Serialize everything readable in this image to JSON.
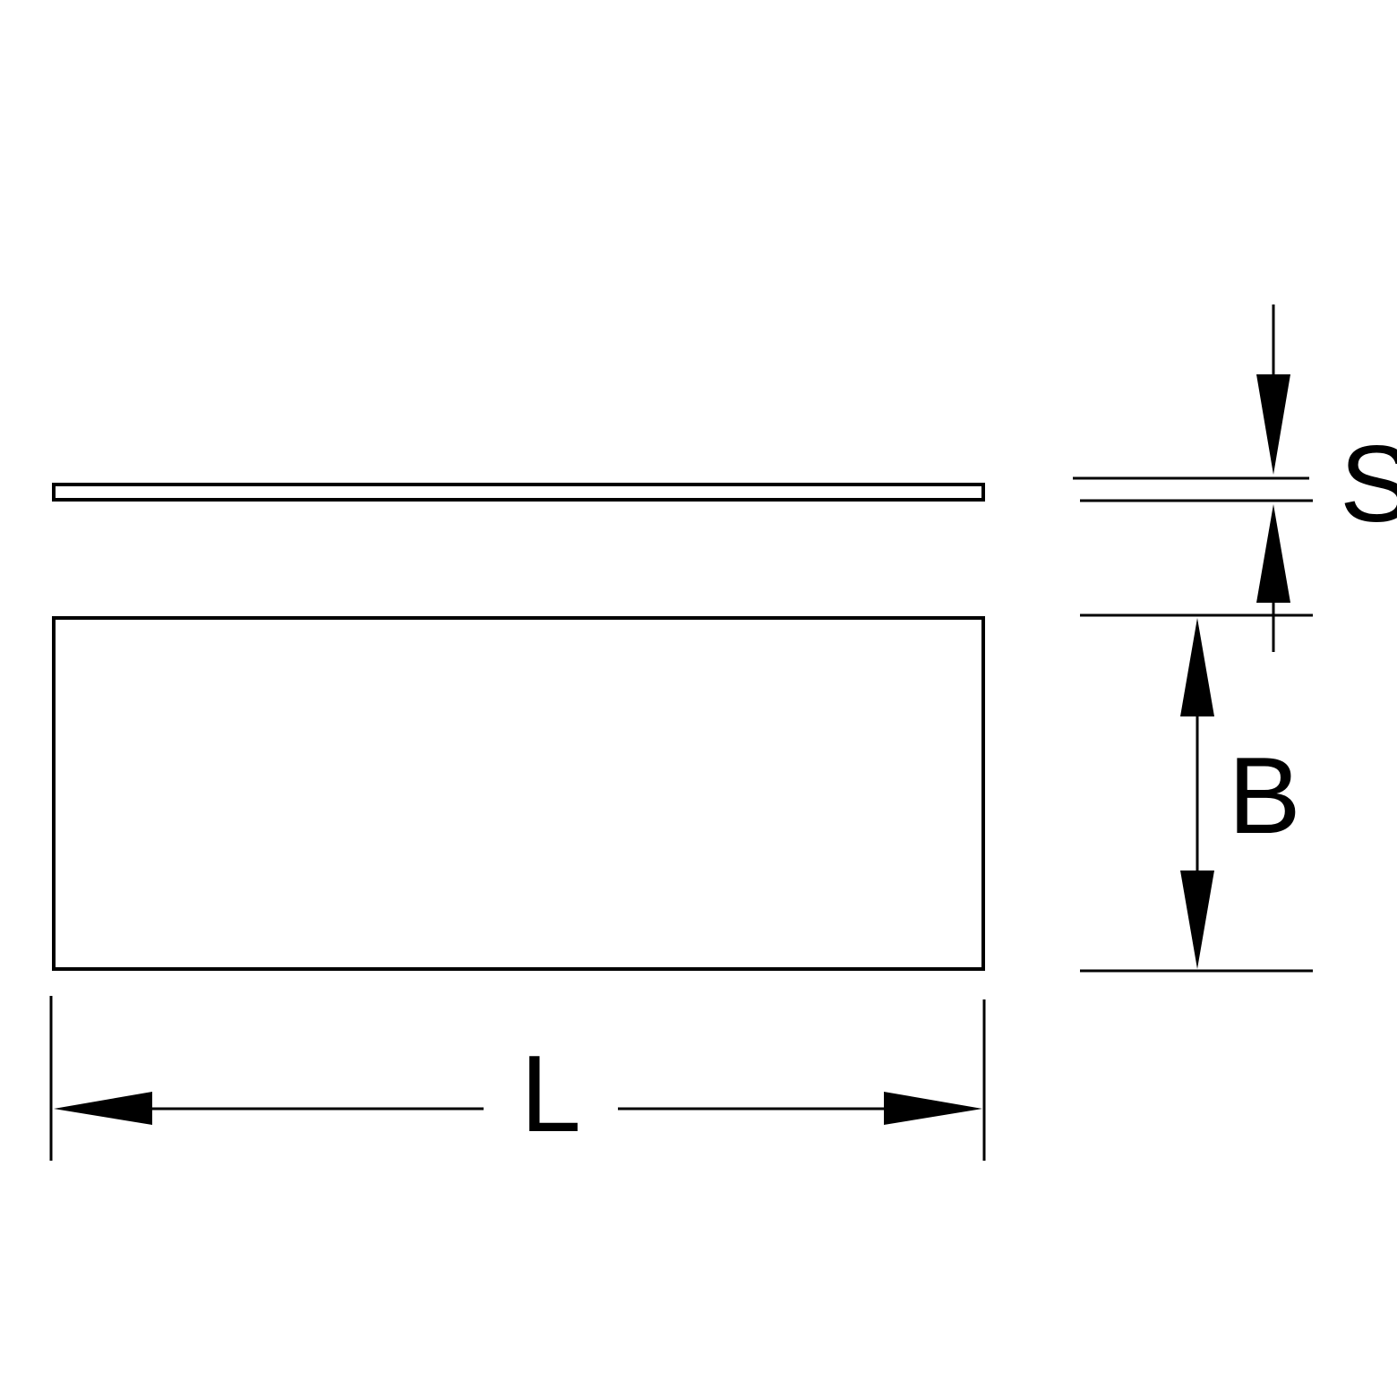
{
  "labels": {
    "length": "L",
    "width": "B",
    "thickness": "S"
  },
  "colors": {
    "line": "#000000",
    "background": "#ffffff"
  }
}
